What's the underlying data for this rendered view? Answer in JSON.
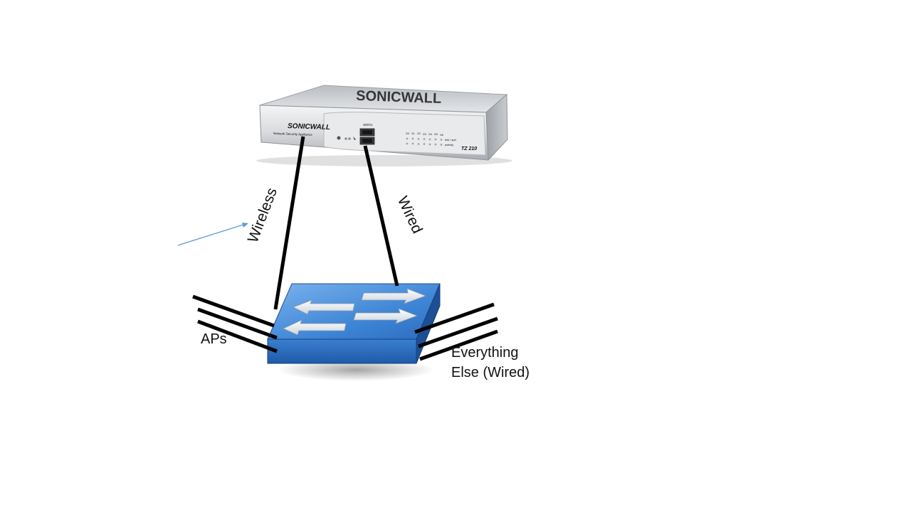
{
  "firewall": {
    "brand": "SONICWALL",
    "tagline": "Network Security Appliance",
    "model": "TZ 210",
    "port_header": "W0/X1",
    "status_labels": [
      "link / spd",
      "activity"
    ],
    "port_labels": [
      "X0",
      "X1",
      "X2",
      "X3",
      "X4",
      "X5",
      "X6"
    ]
  },
  "links": {
    "wireless": "Wireless",
    "wired": "Wired"
  },
  "groups": {
    "aps": "APs",
    "everything_else_line1": "Everything",
    "everything_else_line2": "Else (Wired)"
  },
  "colors": {
    "switch_top": "#4a90d9",
    "switch_front": "#2d6fc4",
    "cable": "#000000",
    "pointer_arrow": "#5b9bd5",
    "firewall_body": "#d7d9dc"
  }
}
